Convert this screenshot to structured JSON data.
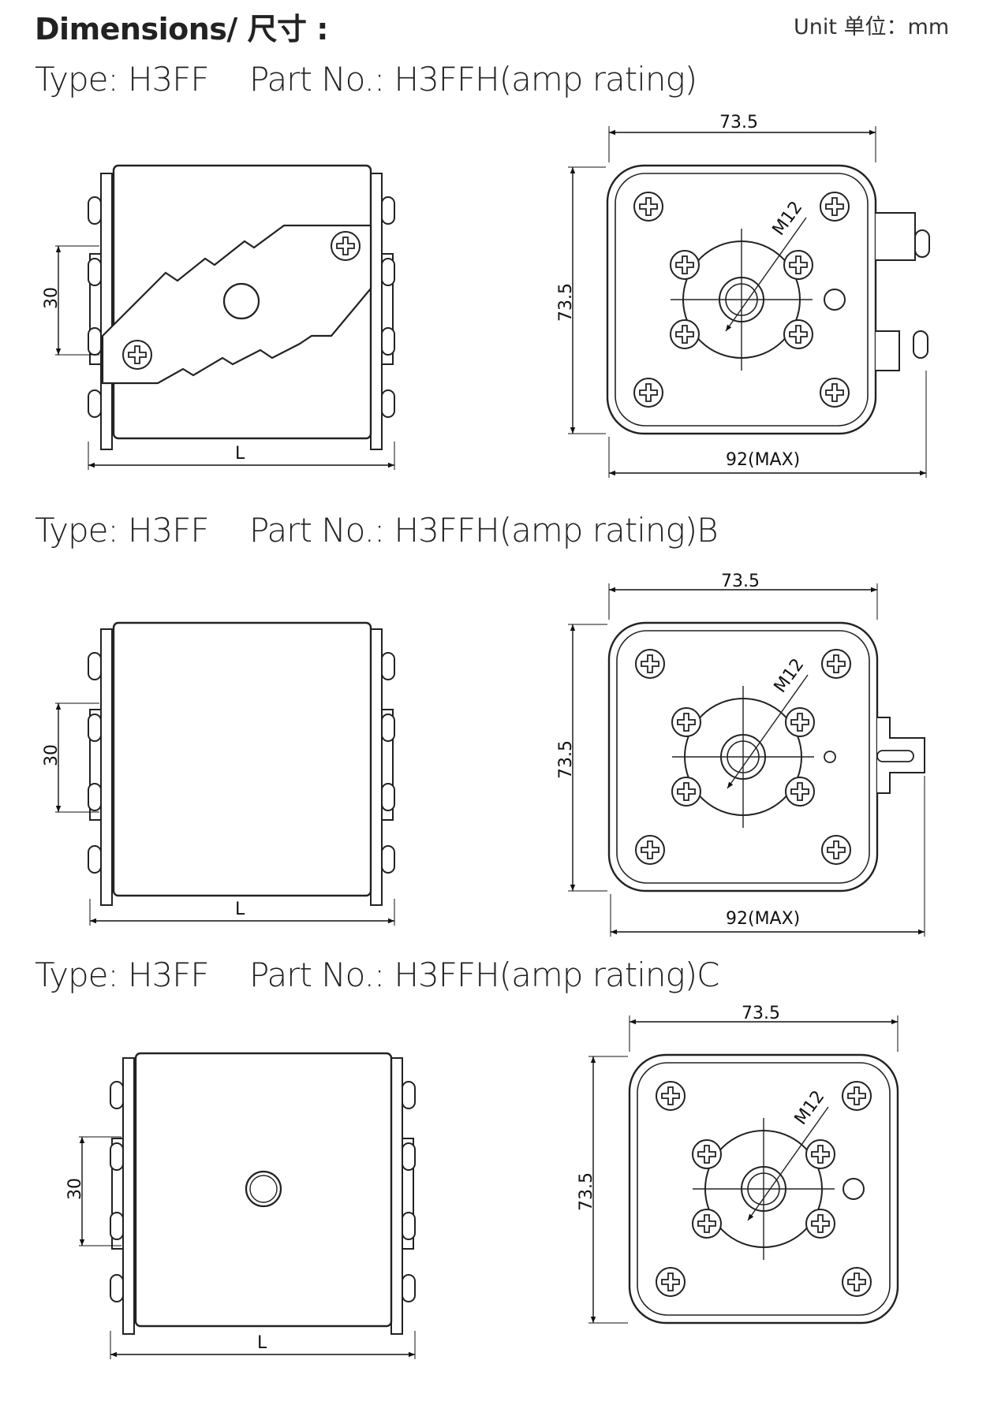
{
  "header": {
    "title": "Dimensions/ 尺寸 :",
    "unit": "Unit 单位：mm"
  },
  "sections": [
    {
      "type_label": "Type: H3FF",
      "part_label": "Part No.: H3FFH(amp rating)",
      "dim_height": "30",
      "dim_length": "L",
      "dim_top": "73.5",
      "dim_side": "73.5",
      "dim_bottom": "92(MAX)",
      "dim_thread": "M12"
    },
    {
      "type_label": "Type: H3FF",
      "part_label": "Part No.: H3FFH(amp rating)B",
      "dim_height": "30",
      "dim_length": "L",
      "dim_top": "73.5",
      "dim_side": "73.5",
      "dim_bottom": "92(MAX)",
      "dim_thread": "M12"
    },
    {
      "type_label": "Type: H3FF",
      "part_label": "Part No.:  H3FFH(amp rating)C",
      "dim_height": "30",
      "dim_length": "L",
      "dim_top": "73.5",
      "dim_side": "73.5",
      "dim_thread": "M12"
    }
  ]
}
